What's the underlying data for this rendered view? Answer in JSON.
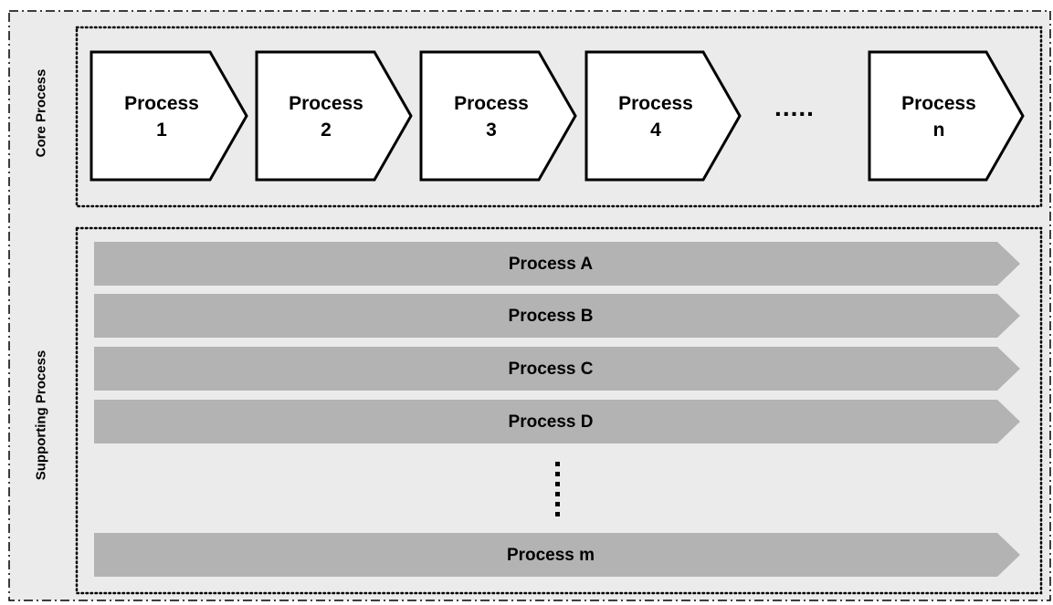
{
  "sections": {
    "core_label": "Core Process",
    "supporting_label": "Supporting Process"
  },
  "core_processes": [
    {
      "name": "Process",
      "num": "1"
    },
    {
      "name": "Process",
      "num": "2"
    },
    {
      "name": "Process",
      "num": "3"
    },
    {
      "name": "Process",
      "num": "4"
    },
    {
      "name": "Process",
      "num": "n"
    }
  ],
  "core_ellipsis": ".....",
  "supporting_processes": [
    "Process A",
    "Process B",
    "Process C",
    "Process D",
    "Process m"
  ],
  "colors": {
    "page_background": "#ffffff",
    "outer_panel": "#ebebeb",
    "supporting_arrow": "#b3b3b3",
    "core_chevron_fill": "#ffffff",
    "stroke": "#000000"
  }
}
